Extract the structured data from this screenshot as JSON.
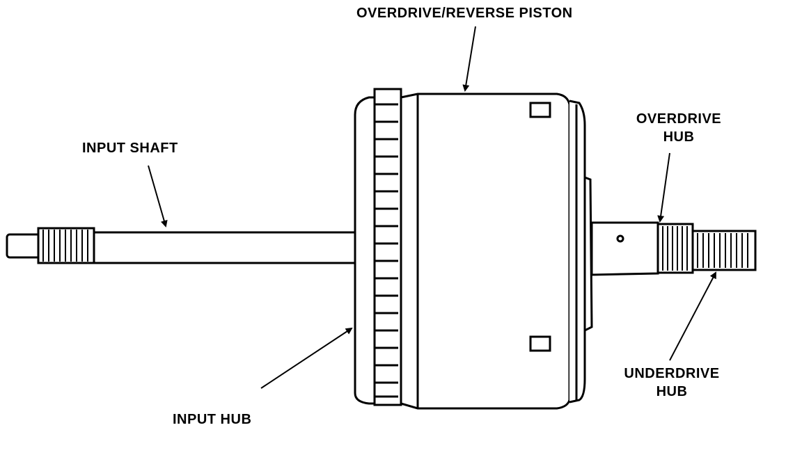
{
  "labels": {
    "piston": "OVERDRIVE/REVERSE PISTON",
    "input_shaft": "INPUT SHAFT",
    "overdrive_hub_line1": "OVERDRIVE",
    "overdrive_hub_line2": "HUB",
    "underdrive_hub_line1": "UNDERDRIVE",
    "underdrive_hub_line2": "HUB",
    "input_hub": "INPUT HUB"
  }
}
